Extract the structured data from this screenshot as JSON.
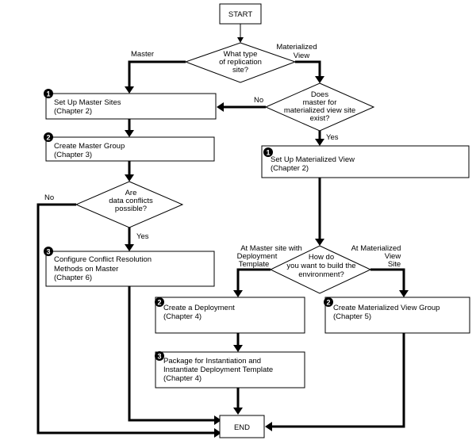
{
  "start": "START",
  "end": "END",
  "decision_site_type": [
    "What type",
    "of replication",
    "site?"
  ],
  "branch_master": "Master",
  "branch_mv": [
    "Materialized",
    "View"
  ],
  "decision_master_exists": [
    "Does",
    "master for",
    "materialized view site",
    "exist?"
  ],
  "label_no": "No",
  "label_yes": "Yes",
  "setup_master_sites": [
    "Set Up Master Sites",
    "(Chapter 2)"
  ],
  "create_master_group": [
    "Create Master Group",
    "(Chapter 3)"
  ],
  "decision_conflicts": [
    "Are",
    "data conflicts",
    "possible?"
  ],
  "configure_conflict": [
    "Configure Conflict Resolution",
    "Methods on Master",
    "(Chapter 6)"
  ],
  "setup_mv": [
    "Set Up Materialized View",
    "(Chapter 2)"
  ],
  "decision_build_env": [
    "How do",
    "you want to build the",
    "environment?"
  ],
  "branch_master_deploy": [
    "At Master site with",
    "Deployment",
    "Template"
  ],
  "branch_mv_site": [
    "At Materialized",
    "View",
    "Site"
  ],
  "create_deployment": [
    "Create a Deployment",
    "(Chapter 4)"
  ],
  "package_instantiate": [
    "Package for Instantiation and",
    "Instantiate Deployment Template",
    "(Chapter 4)"
  ],
  "create_mv_group": [
    "Create Materialized View Group",
    "(Chapter 5)"
  ],
  "badges": {
    "one": "1",
    "two": "2",
    "three": "3"
  }
}
